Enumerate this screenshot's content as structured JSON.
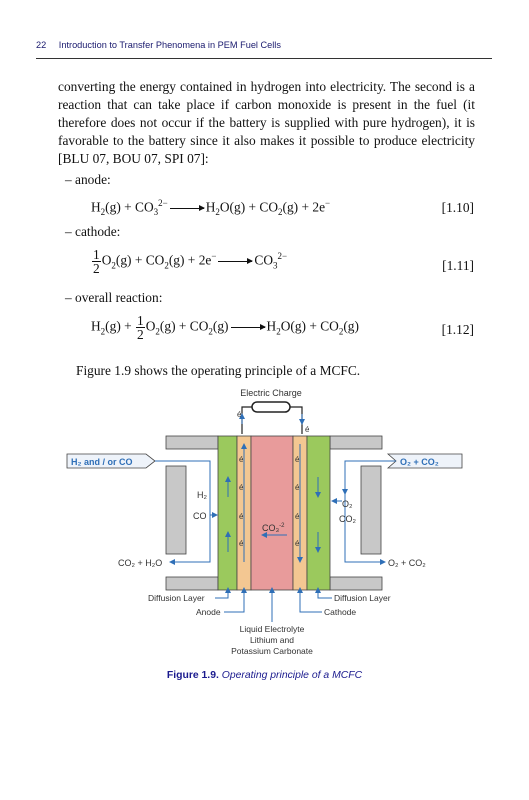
{
  "header": {
    "page_number": "22",
    "running_title": "Introduction to Transfer Phenomena in PEM Fuel Cells"
  },
  "paragraph": "converting the energy contained in hydrogen into electricity. The second is a reaction that can take place if carbon monoxide is present in the fuel (it therefore does not occur if the battery is supplied with pure hydrogen), it is favorable to the battery since it also makes it possible to produce electricity [BLU 07, BOU 07, SPI 07]:",
  "anode_label": "– anode:",
  "cathode_label": "– cathode:",
  "overall_label": "– overall reaction:",
  "eq_numbers": {
    "e10": "[1.10]",
    "e11": "[1.11]",
    "e12": "[1.12]"
  },
  "figure_ref": "Figure 1.9 shows the operating principle of a MCFC.",
  "diagram": {
    "electric_charge": "Electric Charge",
    "electron": "é",
    "h2_co_in": "H₂ and / or  CO",
    "o2_co2_in": "O₂ + CO₂",
    "h2": "H₂",
    "co": "CO",
    "co3": "CO₃",
    "co3_charge": "-2",
    "o2": "O₂",
    "co2": "CO₂",
    "co2_h2o_out": "CO₂ + H₂O",
    "o2_co2_out": "O₂ + CO₂",
    "diffusion_layer_left": "Diffusion Layer",
    "diffusion_layer_right": "Diffusion Layer",
    "anode": "Anode",
    "cathode": "Cathode",
    "liquid_electrolyte": "Liquid Electrolyte",
    "lithium_and": "Lithium and",
    "potassium_carbonate": "Potassium Carbonate",
    "colors": {
      "green": "#9bc95d",
      "orange": "#f3c792",
      "pink": "#e89b9b",
      "grey": "#c8c8c8",
      "blue": "#2f6fb7"
    }
  },
  "caption": {
    "label": "Figure 1.9.",
    "text": "Operating principle of a MCFC"
  }
}
